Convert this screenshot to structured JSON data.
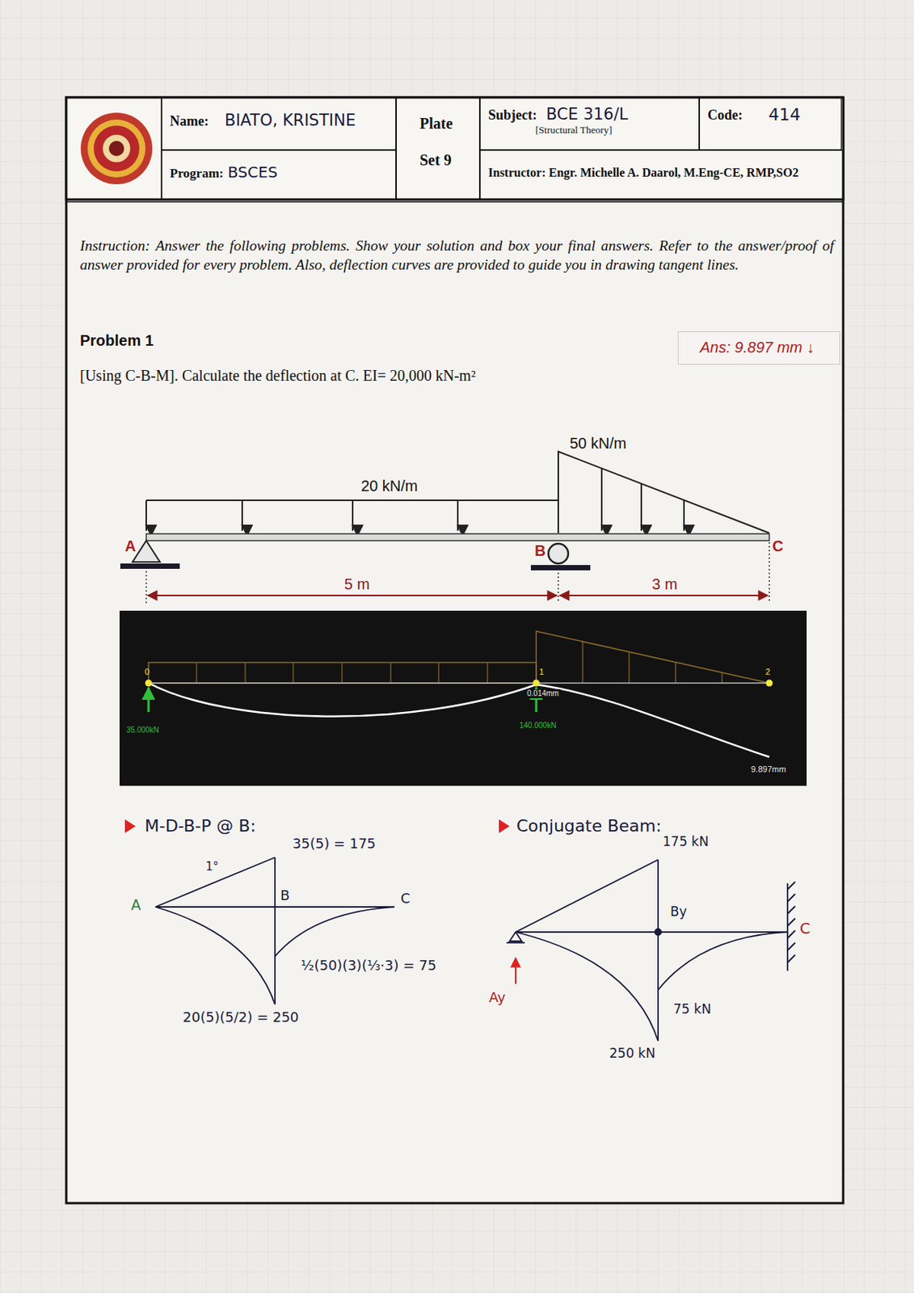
{
  "diagram": {
    "nodes": [
      {
        "text": [
          "Name:",
          "BIATO, KRISTINE"
        ]
      },
      {
        "text": [
          "Program:",
          "BSCES"
        ]
      },
      {
        "text": [
          "Plate",
          "Set 9"
        ]
      },
      {
        "text": [
          "Subject:",
          "BCE 316/L",
          "[Structural Theory]"
        ]
      },
      {
        "text": [
          "Code:",
          "414"
        ]
      },
      {
        "text": [
          "Instructor: Engr. Michelle A. Daarol, M.Eng-CE, RMP,SO2"
        ]
      },
      {
        "text": [
          "Ans: 9.897 mm ↓"
        ]
      }
    ],
    "edges": [],
    "labels": [
      "Instruction: Answer the following problems. Show your solution and box your final answers. Refer to the answer/proof of answer provided for every problem. Also, deflection curves are provided to guide you in drawing tangent lines.",
      "Problem 1",
      "[Using C-B-M]. Calculate the deflection at C. EI= 20,000 kN-m²",
      "50 kN/m",
      "20 kN/m",
      "A",
      "B",
      "C",
      "5 m",
      "3 m",
      "0",
      "1",
      "2",
      "0.014mm",
      "35.000kN",
      "140.000kN",
      "9.897mm",
      "M-D-B-P @ B:",
      "35(5) = 175",
      "1°",
      "A",
      "B",
      "C",
      "½(50)(3)(⅓·3) = 75",
      "20(5)(5/2) = 250",
      "Conjugate Beam:",
      "175 kN",
      "By",
      "C",
      "Ay",
      "75 kN",
      "250 kN"
    ]
  }
}
